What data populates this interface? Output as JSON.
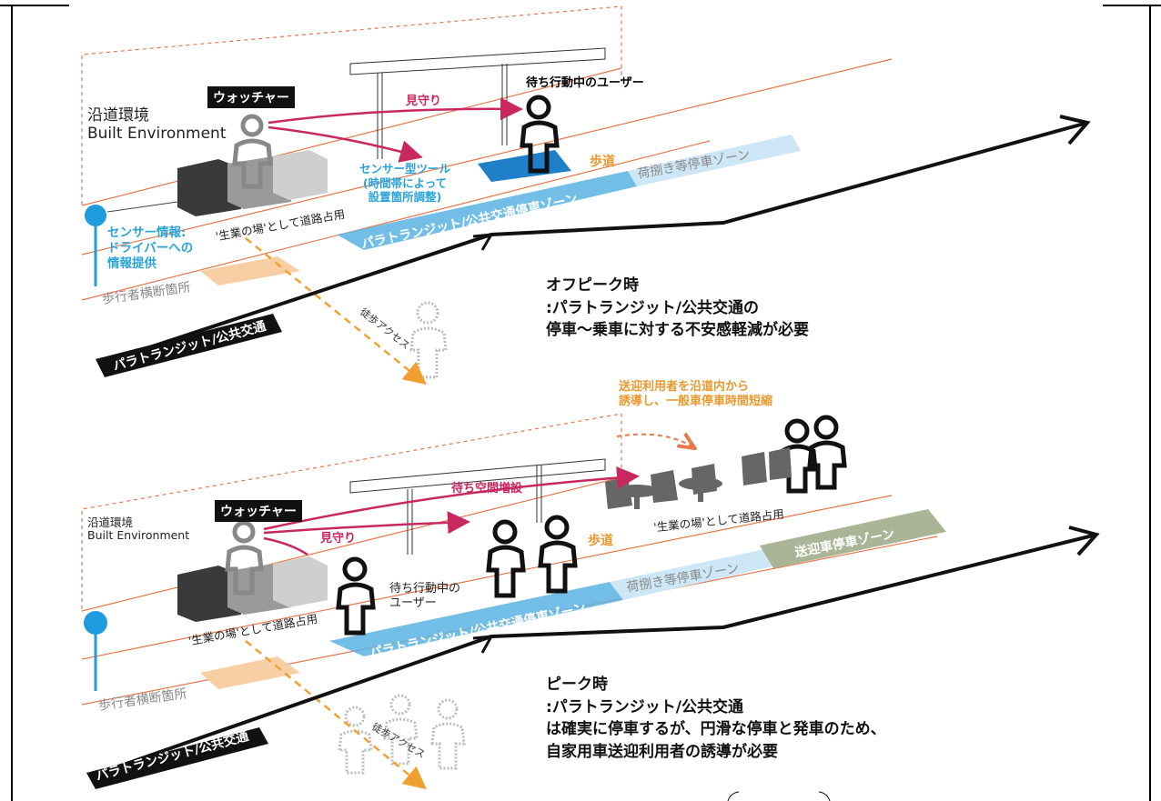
{
  "top": {
    "built_env_ja": "沿道環境",
    "built_env_en": "Built Environment",
    "watcher": "ウォッチャー",
    "mimamori": "見守り",
    "waiting_user": "待ち行動中のユーザー",
    "sidewalk": "歩道",
    "sensor_tool_1": "センサー型ツール",
    "sensor_tool_2": "(時間帯によって",
    "sensor_tool_3": "設置箇所調整)",
    "loading_zone": "荷捌き等停車ゾーン",
    "transit_zone": "パラトランジット/公共交通停車ゾーン",
    "road_use": "'生業の場'として道路占用",
    "sensor_info_1": "センサー情報:",
    "sensor_info_2": "ドライバーへの",
    "sensor_info_3": "情報提供",
    "crossing": "歩行者横断箇所",
    "walk_access": "徒歩アクセス",
    "transit_route": "パラトランジット/公共交通",
    "desc_1": "オフピーク時",
    "desc_2": ":パラトランジット/公共交通の",
    "desc_3": " 停車〜乗車に対する不安感軽減が必要"
  },
  "bottom": {
    "guide_1": "送迎利用者を沿道内から",
    "guide_2": "誘導し、一般車停車時間短縮",
    "waiting_space": "待ち空間増設",
    "built_env_ja": "沿道環境",
    "built_env_en": "Built Environment",
    "watcher": "ウォッチャー",
    "mimamori": "見守り",
    "sidewalk": "歩道",
    "road_use_right": "'生業の場'として道路占用",
    "pickup_zone": "送迎車停車ゾーン",
    "loading_zone": "荷捌き等停車ゾーン",
    "transit_zone": "パラトランジット/公共交通停車ゾーン",
    "waiting_user_1": "待ち行動中の",
    "waiting_user_2": "ユーザー",
    "road_use": "'生業の場'として道路占用",
    "crossing": "歩行者横断箇所",
    "walk_access": "徒歩アクセス",
    "transit_route": "パラトランジット/公共交通",
    "desc_1": "ピーク時",
    "desc_2": ":パラトランジット/公共交通",
    "desc_3": " は確実に停車するが、円滑な停車と発車のため、",
    "desc_4": " 自家用車送迎利用者の誘導が必要"
  },
  "colors": {
    "road_line": "#e8774a",
    "transit_zone": "#5bb3e3",
    "loading_zone": "#cde7f6",
    "pickup_zone": "#a9b596",
    "crossing_zone": "#f8cfa4",
    "watch_arrow": "#c8285f",
    "sensor_blue": "#1f9be0",
    "walk_arrow": "#f0a030"
  }
}
